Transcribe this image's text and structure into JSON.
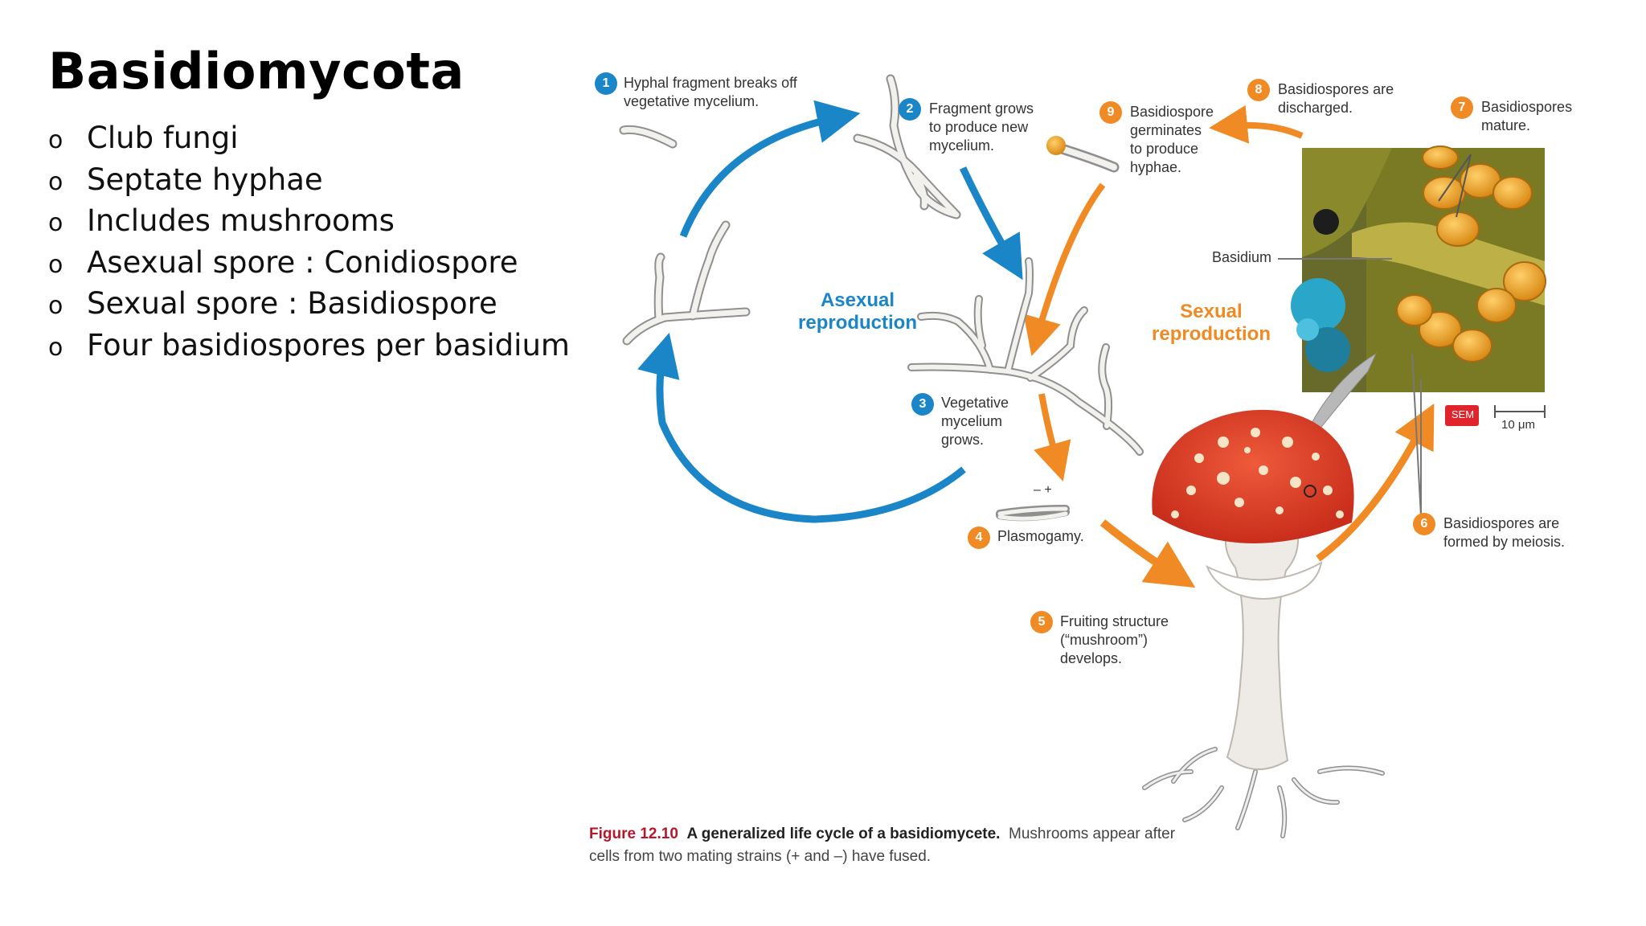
{
  "slide": {
    "title": "Basidiomycota",
    "bullet_marker": "o",
    "bullets": [
      "Club fungi",
      "Septate hyphae",
      "Includes mushrooms",
      "Asexual spore : Conidiospore",
      "Sexual spore : Basidiospore",
      "Four basidiospores per basidium"
    ]
  },
  "figure": {
    "asexual_label": "Asexual\nreproduction",
    "sexual_label": "Sexual\nreproduction",
    "steps": [
      {
        "n": "1",
        "text": "Hyphal fragment breaks off\nvegetative mycelium."
      },
      {
        "n": "2",
        "text": "Fragment grows\nto produce new\nmycelium."
      },
      {
        "n": "3",
        "text": "Vegetative\nmycelium\ngrows."
      },
      {
        "n": "4",
        "text": "Plasmogamy."
      },
      {
        "n": "5",
        "text": "Fruiting structure\n(“mushroom”)\ndevelops."
      },
      {
        "n": "6",
        "text": "Basidiospores are\nformed by meiosis."
      },
      {
        "n": "7",
        "text": "Basidiospores\nmature."
      },
      {
        "n": "8",
        "text": "Basidiospores are\ndischarged."
      },
      {
        "n": "9",
        "text": "Basidiospore\ngerminates\nto produce\nhyphae."
      }
    ],
    "basidium_label": "Basidium",
    "sem_badge": "SEM",
    "scale_bar": "10 μm",
    "mating_signs": "–  +",
    "colors": {
      "asexual": "#1a86c8",
      "sexual": "#f08a24",
      "caption_accent": "#b8162a"
    }
  },
  "caption": {
    "figure_number": "Figure 12.10",
    "figure_title": "A generalized life cycle of a basidiomycete.",
    "line1_rest": "Mushrooms appear after",
    "line2": "cells from two mating strains (+ and –) have fused."
  }
}
